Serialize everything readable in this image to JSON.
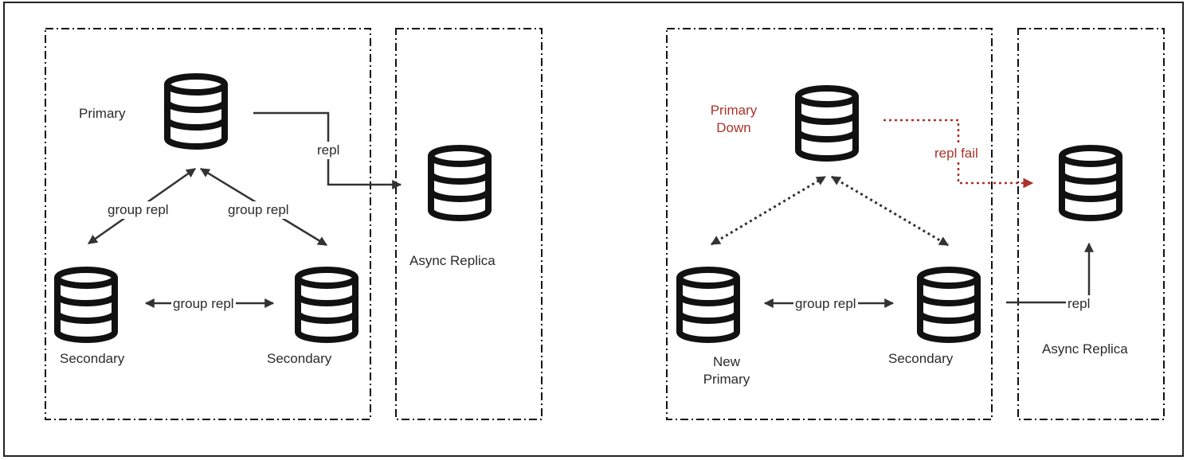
{
  "left_panel": {
    "primary_label": "Primary",
    "secondary_left_label": "Secondary",
    "secondary_right_label": "Secondary",
    "group_repl_left": "group repl",
    "group_repl_right": "group repl",
    "group_repl_bottom": "group repl",
    "repl_label": "repl",
    "async_replica_label": "Async Replica"
  },
  "right_panel": {
    "primary_down_line1": "Primary",
    "primary_down_line2": "Down",
    "new_primary_line1": "New",
    "new_primary_line2": "Primary",
    "secondary_label": "Secondary",
    "group_repl_bottom": "group repl",
    "repl_fail_label": "repl fail",
    "repl_label": "repl",
    "async_replica_label": "Async Replica"
  },
  "colors": {
    "stroke": "#111111",
    "arrow": "#333333",
    "failure": "#a8342a"
  }
}
